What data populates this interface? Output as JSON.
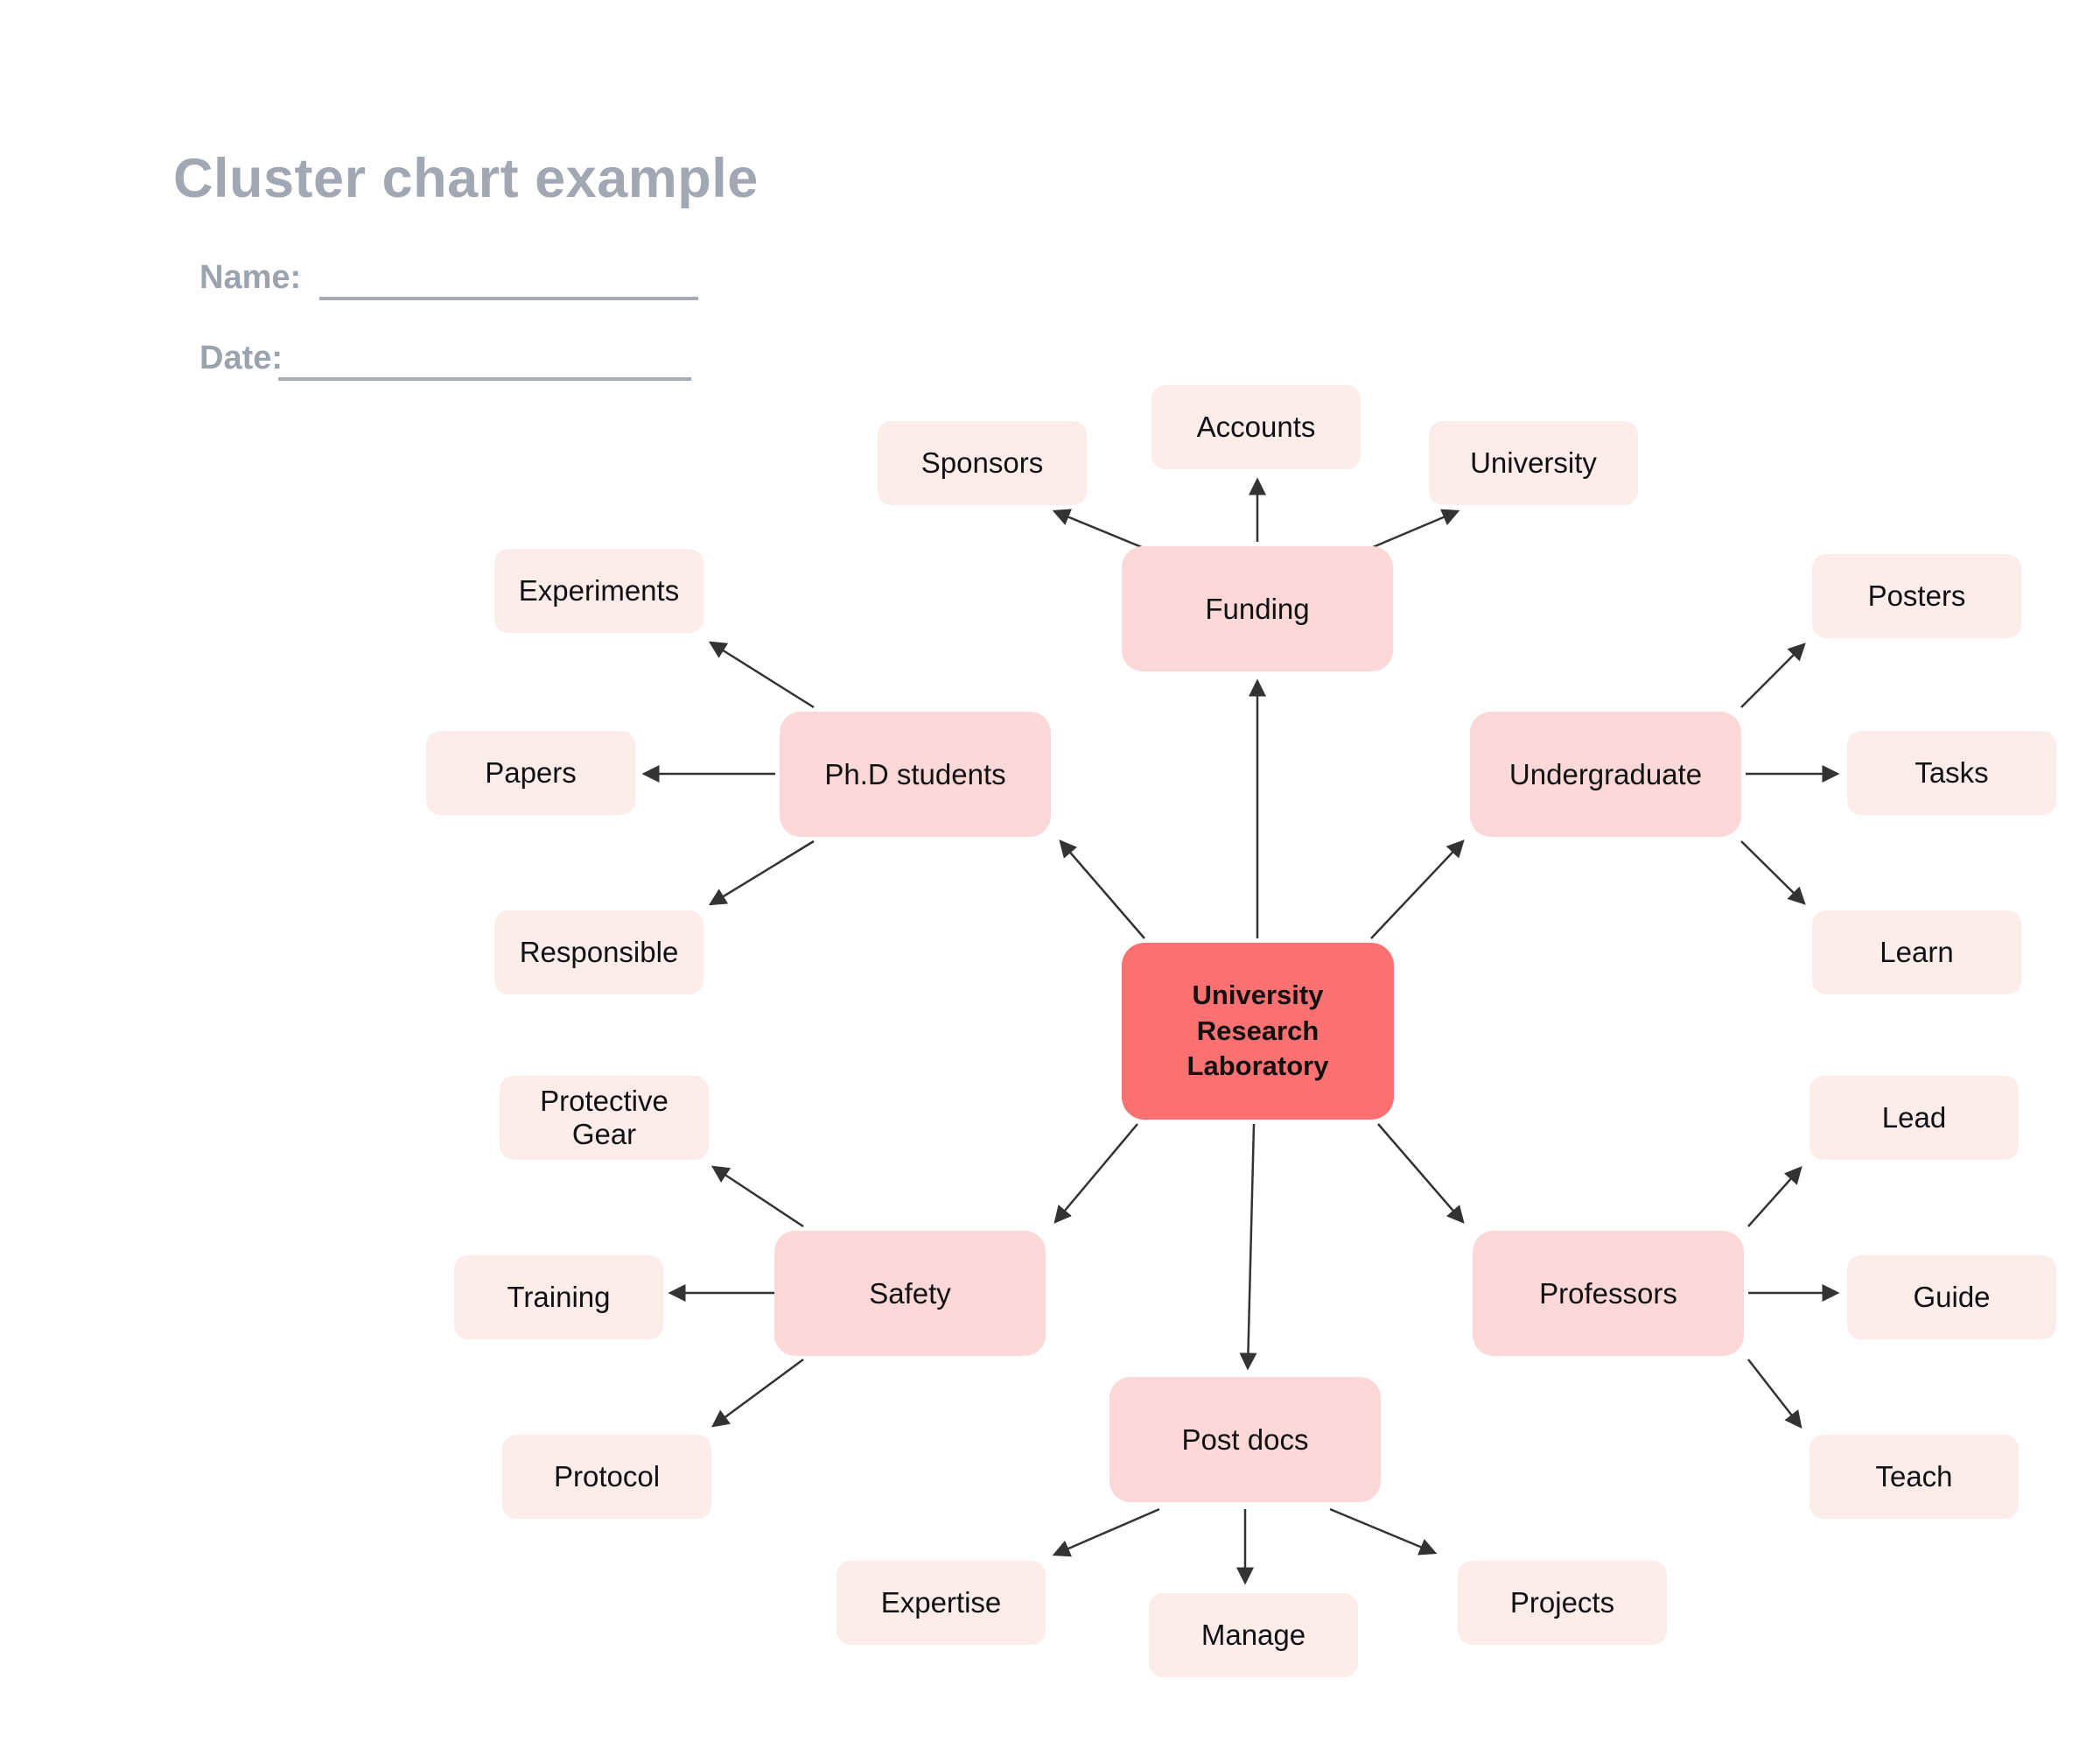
{
  "header": {
    "title": "Cluster chart example",
    "name_label": "Name:",
    "date_label": "Date:"
  },
  "colors": {
    "background": "#FFFFFF",
    "root_fill": "#FB7070",
    "branch_fill": "#FCD8D8",
    "leaf_fill": "#FCEDEB",
    "node_text": "#111111",
    "arrow": "#333333",
    "heading_text": "#A1A8B3",
    "field_underline": "#A5ACB6"
  },
  "nodes": {
    "root": {
      "label": "University Research Laboratory"
    },
    "funding": {
      "label": "Funding"
    },
    "sponsors": {
      "label": "Sponsors"
    },
    "accounts": {
      "label": "Accounts"
    },
    "university": {
      "label": "University"
    },
    "phd": {
      "label": "Ph.D students"
    },
    "experiments": {
      "label": "Experiments"
    },
    "papers": {
      "label": "Papers"
    },
    "responsible": {
      "label": "Responsible"
    },
    "undergraduate": {
      "label": "Undergraduate"
    },
    "posters": {
      "label": "Posters"
    },
    "tasks": {
      "label": "Tasks"
    },
    "learn": {
      "label": "Learn"
    },
    "safety": {
      "label": "Safety"
    },
    "protective_gear": {
      "label": "Protective Gear"
    },
    "training": {
      "label": "Training"
    },
    "protocol": {
      "label": "Protocol"
    },
    "professors": {
      "label": "Professors"
    },
    "lead": {
      "label": "Lead"
    },
    "guide": {
      "label": "Guide"
    },
    "teach": {
      "label": "Teach"
    },
    "post_docs": {
      "label": "Post docs"
    },
    "expertise": {
      "label": "Expertise"
    },
    "manage": {
      "label": "Manage"
    },
    "projects": {
      "label": "Projects"
    }
  },
  "structure": {
    "root": "University Research Laboratory",
    "branches": [
      {
        "label": "Funding",
        "children": [
          "Sponsors",
          "Accounts",
          "University"
        ]
      },
      {
        "label": "Ph.D students",
        "children": [
          "Experiments",
          "Papers",
          "Responsible"
        ]
      },
      {
        "label": "Undergraduate",
        "children": [
          "Posters",
          "Tasks",
          "Learn"
        ]
      },
      {
        "label": "Safety",
        "children": [
          "Protective Gear",
          "Training",
          "Protocol"
        ]
      },
      {
        "label": "Professors",
        "children": [
          "Lead",
          "Guide",
          "Teach"
        ]
      },
      {
        "label": "Post docs",
        "children": [
          "Expertise",
          "Manage",
          "Projects"
        ]
      }
    ]
  }
}
